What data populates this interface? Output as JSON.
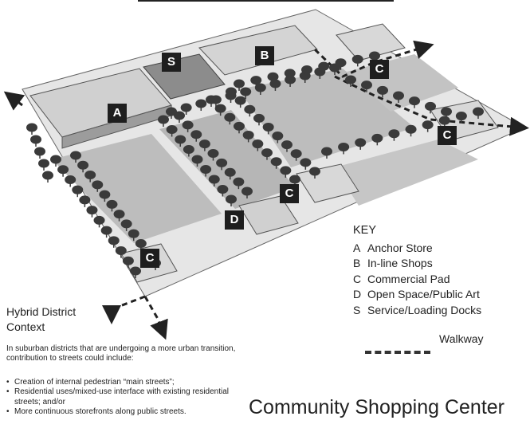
{
  "diagram": {
    "markers": [
      {
        "letter": "A",
        "meaning": "anchor-store"
      },
      {
        "letter": "S",
        "meaning": "service-loading-docks"
      },
      {
        "letter": "B",
        "meaning": "in-line-shops"
      },
      {
        "letter": "C",
        "meaning": "commercial-pad"
      },
      {
        "letter": "C",
        "meaning": "commercial-pad"
      },
      {
        "letter": "C",
        "meaning": "commercial-pad"
      },
      {
        "letter": "D",
        "meaning": "open-space-public-art"
      },
      {
        "letter": "C",
        "meaning": "commercial-pad"
      }
    ],
    "colors": {
      "roof": "#cfcfcf",
      "lot": "#b9b9b9",
      "tree": "#3a3a3a",
      "marker_bg": "#1e1e1e"
    }
  },
  "key": {
    "heading": "KEY",
    "items": [
      {
        "letter": "A",
        "label": "Anchor Store"
      },
      {
        "letter": "B",
        "label": "In-line Shops"
      },
      {
        "letter": "C",
        "label": "Commercial Pad"
      },
      {
        "letter": "D",
        "label": "Open Space/Public Art"
      },
      {
        "letter": "S",
        "label": "Service/Loading Docks"
      }
    ],
    "walkway_label": "Walkway"
  },
  "context": {
    "title_line1": "Hybrid District",
    "title_line2": "Context",
    "intro": "In suburban districts that are undergoing a more urban transition, contribution to streets could include:",
    "bullets": [
      "Creation of internal pedestrian “main streets”;",
      "Residential uses/mixed-use interface with existing residential streets; and/or",
      "More continuous storefronts along public streets."
    ]
  },
  "title": "Community Shopping Center"
}
